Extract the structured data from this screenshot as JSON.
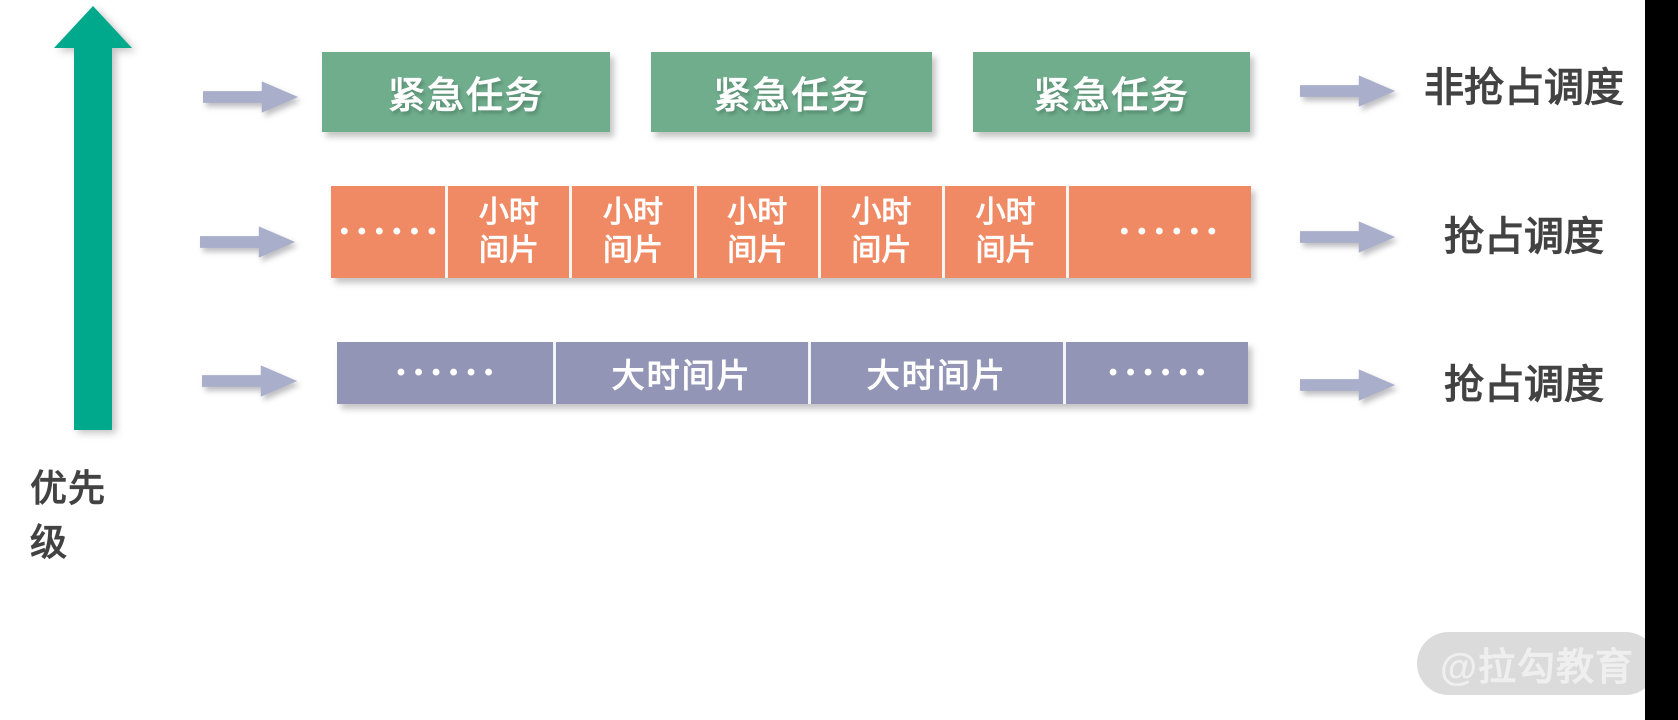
{
  "colors": {
    "green-box": "#6FAD8D",
    "orange-box": "#F08A64",
    "purple-box": "#9295B5",
    "priority-arrow": "#00A98B",
    "flow-arrow": "#A9AECB",
    "label-text": "#424242",
    "box-text": "#FFFFFF",
    "watermark-bg": "#DBDBDB",
    "watermark-text": "#EFEFEF",
    "right-bar": "#000000"
  },
  "priority": {
    "label": "优先级"
  },
  "rows": {
    "urgent": {
      "boxes": [
        "紧急任务",
        "紧急任务",
        "紧急任务"
      ],
      "schedule": "非抢占调度"
    },
    "small_slice": {
      "cells": [
        "••••••",
        "小时\n间片",
        "小时\n间片",
        "小时\n间片",
        "小时\n间片",
        "小时\n间片",
        "••••••"
      ],
      "schedule": "抢占调度"
    },
    "large_slice": {
      "cells": [
        "••••••",
        "大时间片",
        "大时间片",
        "••••••"
      ],
      "schedule": "抢占调度"
    }
  },
  "watermark": {
    "text": "@拉勾教育"
  }
}
